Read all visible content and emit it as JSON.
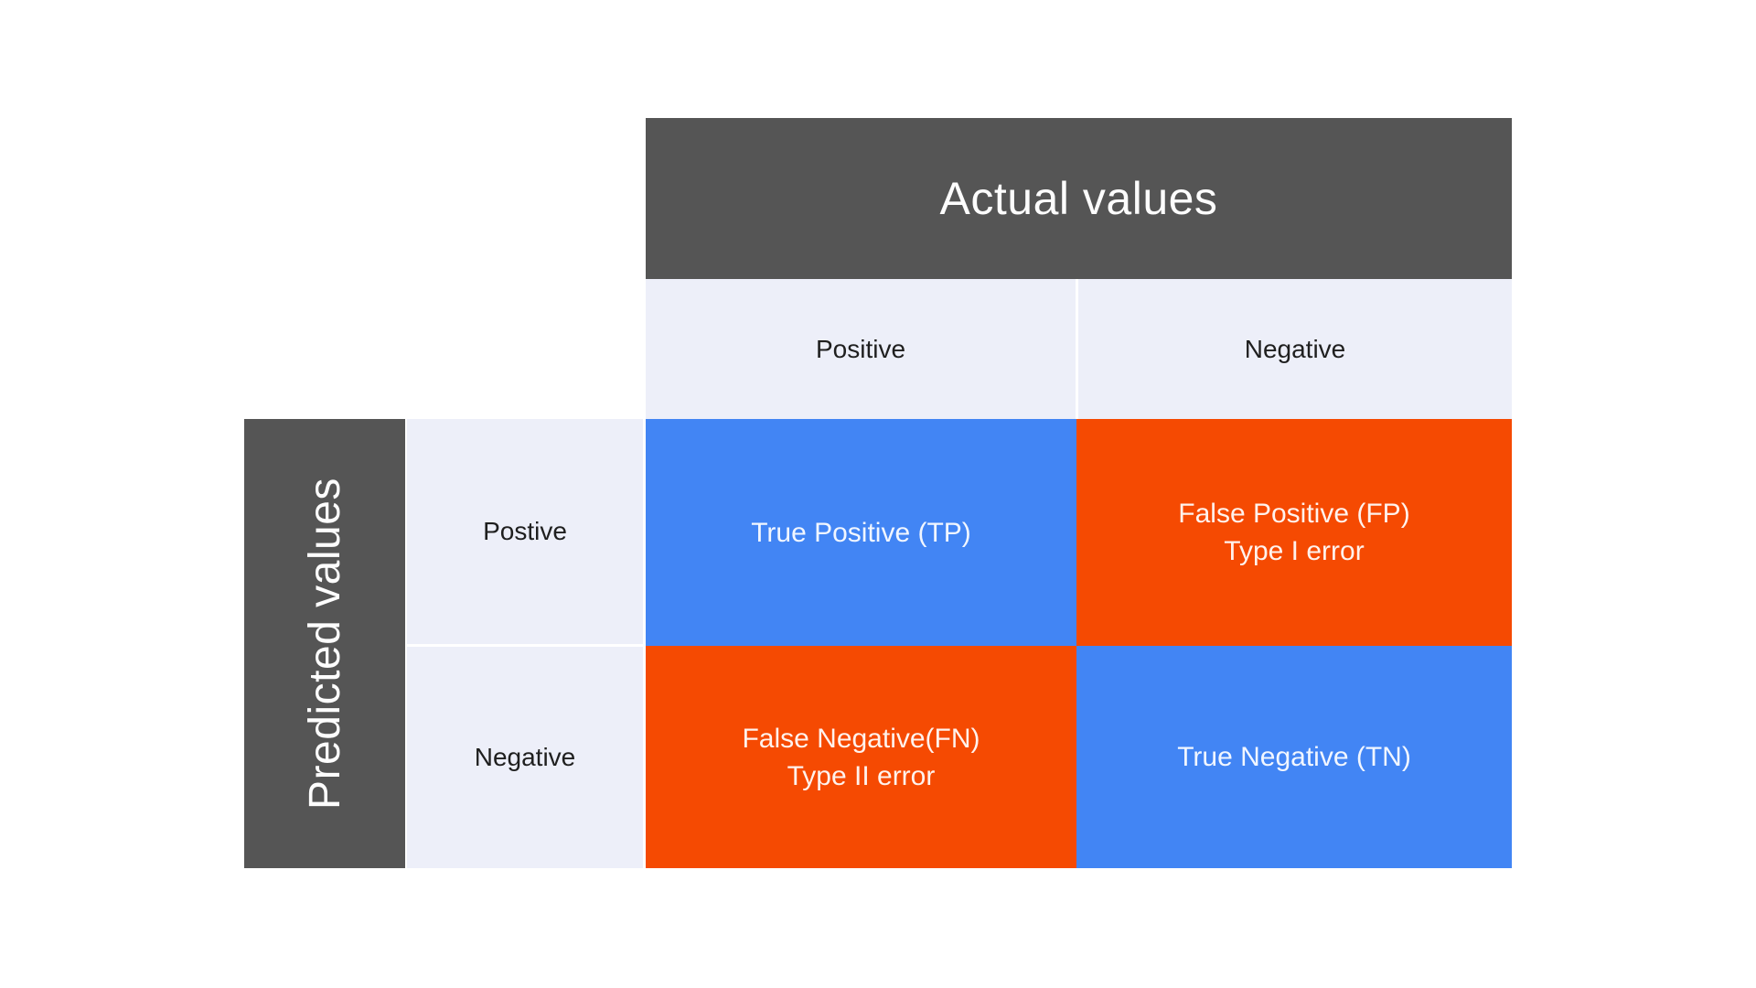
{
  "colors": {
    "page_bg": "#ffffff",
    "axis_banner_bg": "#555555",
    "header_cell_bg": "#edeff9",
    "true_cell_bg": "#4285f4",
    "false_cell_bg": "#f54a02"
  },
  "matrix": {
    "column_axis_title": "Actual values",
    "row_axis_title": "Predicted values",
    "column_headers": [
      "Positive",
      "Negative"
    ],
    "row_headers": [
      "Postive",
      "Negative"
    ],
    "cells": {
      "tp": {
        "label": "True Positive (TP)",
        "sublabel": ""
      },
      "fp": {
        "label": "False Positive (FP)",
        "sublabel": "Type I error"
      },
      "fn": {
        "label": "False Negative(FN)",
        "sublabel": "Type II error"
      },
      "tn": {
        "label": "True Negative (TN)",
        "sublabel": ""
      }
    }
  }
}
